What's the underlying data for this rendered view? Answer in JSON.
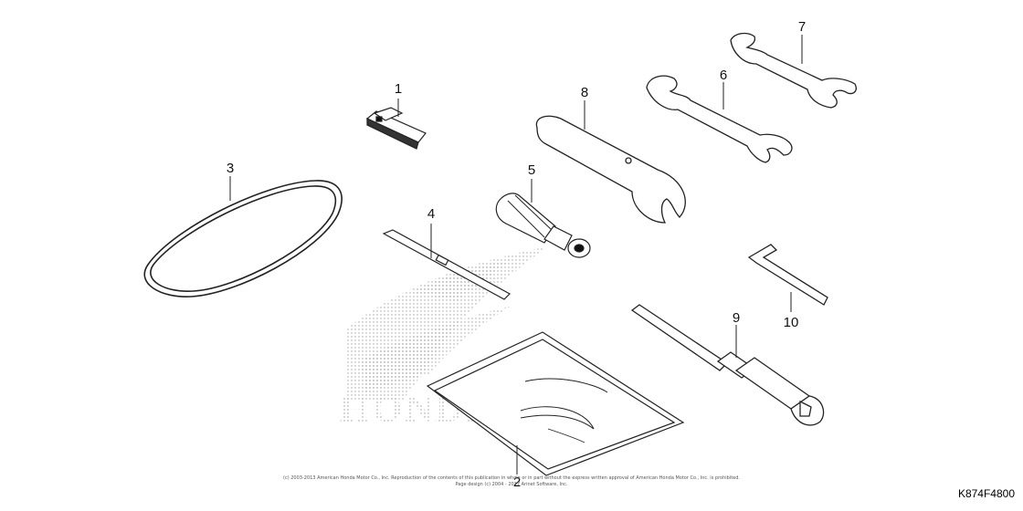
{
  "diagram": {
    "code": "K874F4800",
    "callouts": [
      "1",
      "2",
      "3",
      "4",
      "5",
      "6",
      "7",
      "8",
      "9",
      "10"
    ],
    "watermark_text": "HONDA",
    "copyright_line1": "(c) 2003-2013 American Honda Motor Co., Inc. Reproduction of the contents of this publication in whole or in part without the express written approval of American Honda Motor Co., Inc. is prohibited.",
    "copyright_line2": "Page design (c) 2004 - 2017 Arinet Software, Inc."
  }
}
